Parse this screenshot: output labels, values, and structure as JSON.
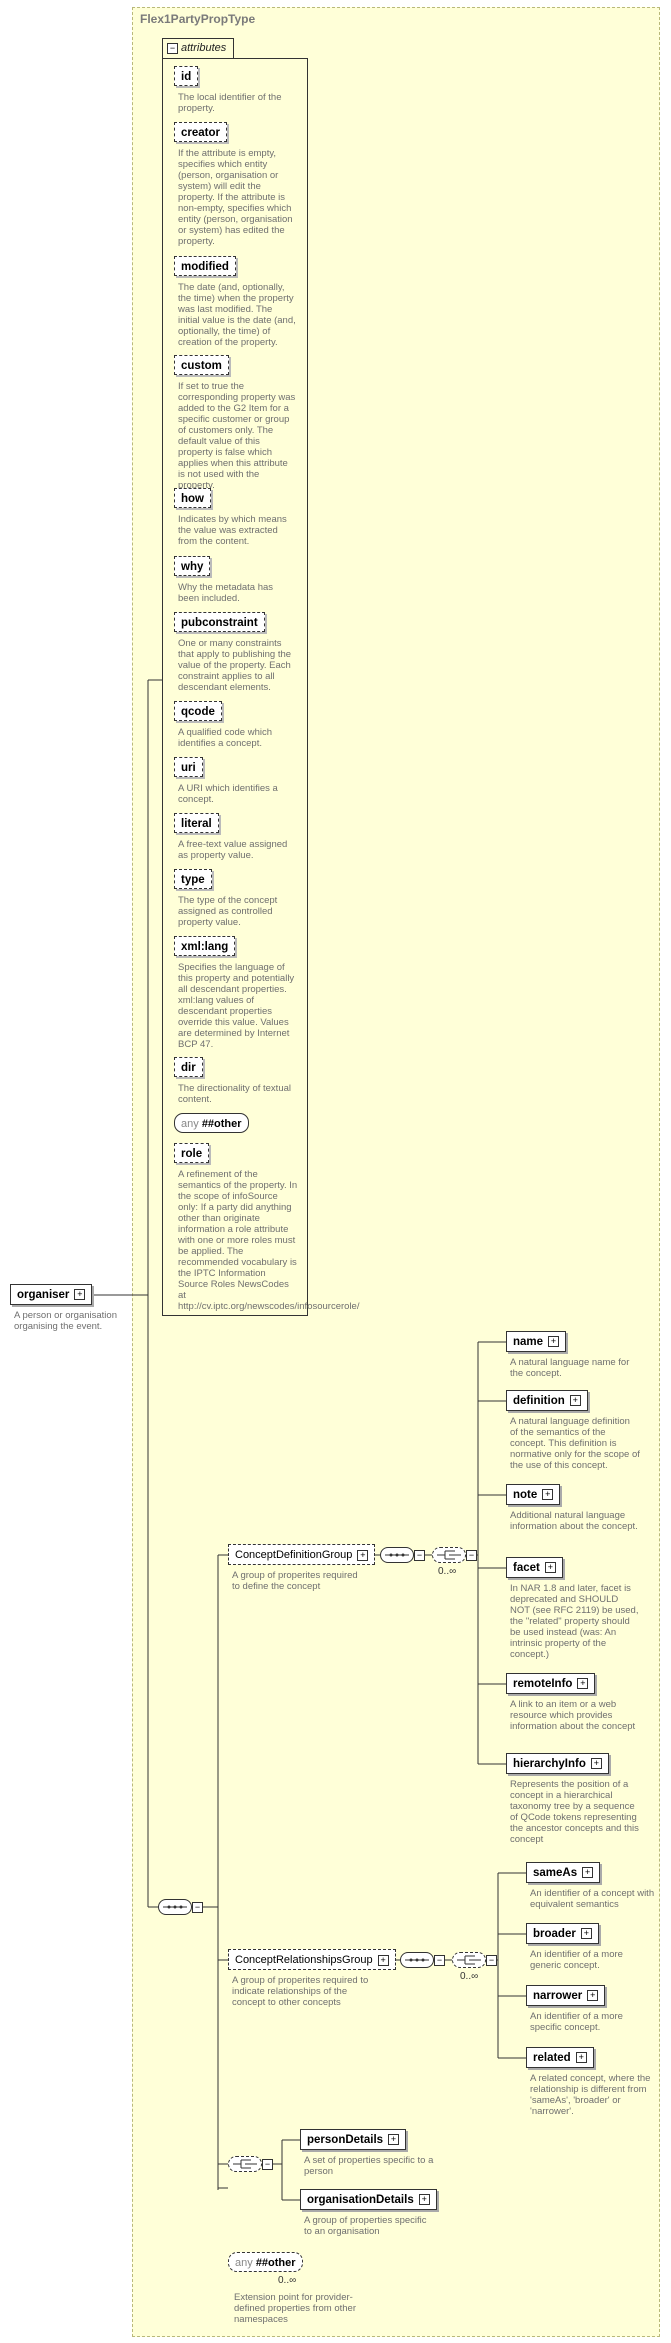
{
  "type_title": "Flex1PartyPropType",
  "attributes_label": "attributes",
  "root": {
    "name": "organiser",
    "description": "A person or organisation organising the event."
  },
  "attributes": [
    {
      "name": "id",
      "description": "The local identifier of the property."
    },
    {
      "name": "creator",
      "description": "If the attribute is empty, specifies which entity (person, organisation or system) will edit the property. If the attribute is non-empty, specifies which entity (person, organisation or system) has edited the property."
    },
    {
      "name": "modified",
      "description": "The date (and, optionally, the time) when the property was last modified. The initial value is the date (and, optionally, the time) of creation of the property."
    },
    {
      "name": "custom",
      "description": "If set to true the corresponding property was added to the G2 Item for a specific customer or group of customers only. The default value of this property is false which applies when this attribute is not used with the property."
    },
    {
      "name": "how",
      "description": "Indicates by which means the value was extracted from the content."
    },
    {
      "name": "why",
      "description": "Why the metadata has been included."
    },
    {
      "name": "pubconstraint",
      "description": "One or many constraints that apply to publishing the value of the property. Each constraint applies to all descendant elements."
    },
    {
      "name": "qcode",
      "description": "A qualified code which identifies a concept."
    },
    {
      "name": "uri",
      "description": "A URI which identifies a concept."
    },
    {
      "name": "literal",
      "description": "A free-text value assigned as property value."
    },
    {
      "name": "type",
      "description": "The type of the concept assigned as controlled property value."
    },
    {
      "name": "xml:lang",
      "description": "Specifies the language of this property and potentially all descendant properties. xml:lang values of descendant properties override this value. Values are determined by Internet BCP 47."
    },
    {
      "name": "dir",
      "description": "The directionality of textual content."
    },
    {
      "name": "role",
      "description": "A refinement of the semantics of the property. In the scope of infoSource only: If a party did anything other than originate information a role attribute with one or more roles must be applied. The recommended vocabulary is the IPTC Information Source Roles NewsCodes at http://cv.iptc.org/newscodes/infosourcerole/"
    }
  ],
  "any_attribute": {
    "prefix": "any",
    "value": "##other"
  },
  "concept_definition_group": {
    "name": "ConceptDefinitionGroup",
    "description": "A group of properites required to define the concept",
    "multiplicity": "0..∞",
    "elements": [
      {
        "name": "name",
        "description": "A natural language name for the concept."
      },
      {
        "name": "definition",
        "description": "A natural language definition of the semantics of the concept. This definition is normative only for the scope of the use of this concept."
      },
      {
        "name": "note",
        "description": "Additional natural language information about the concept."
      },
      {
        "name": "facet",
        "description": "In NAR 1.8 and later, facet is deprecated and SHOULD NOT (see RFC 2119) be used, the \"related\" property should be used instead (was: An intrinsic property of the concept.)"
      },
      {
        "name": "remoteInfo",
        "description": "A link to an item or a web resource which provides information about the concept"
      },
      {
        "name": "hierarchyInfo",
        "description": "Represents the position of a concept in a hierarchical taxonomy tree by a sequence of QCode tokens representing the ancestor concepts and this concept"
      }
    ]
  },
  "concept_relationships_group": {
    "name": "ConceptRelationshipsGroup",
    "description": "A group of properites required to indicate relationships of the concept to other concepts",
    "multiplicity": "0..∞",
    "elements": [
      {
        "name": "sameAs",
        "description": "An identifier of a concept with equivalent semantics"
      },
      {
        "name": "broader",
        "description": "An identifier of a more generic concept."
      },
      {
        "name": "narrower",
        "description": "An identifier of a more specific concept."
      },
      {
        "name": "related",
        "description": "A related concept, where the relationship is different from 'sameAs', 'broader' or 'narrower'."
      }
    ]
  },
  "choice_elements": [
    {
      "name": "personDetails",
      "description": "A set of properties specific to a person"
    },
    {
      "name": "organisationDetails",
      "description": "A group of properties specific to an organisation"
    }
  ],
  "any_element": {
    "prefix": "any",
    "value": "##other",
    "multiplicity": "0..∞",
    "description": "Extension point for provider-defined properties from other namespaces"
  }
}
